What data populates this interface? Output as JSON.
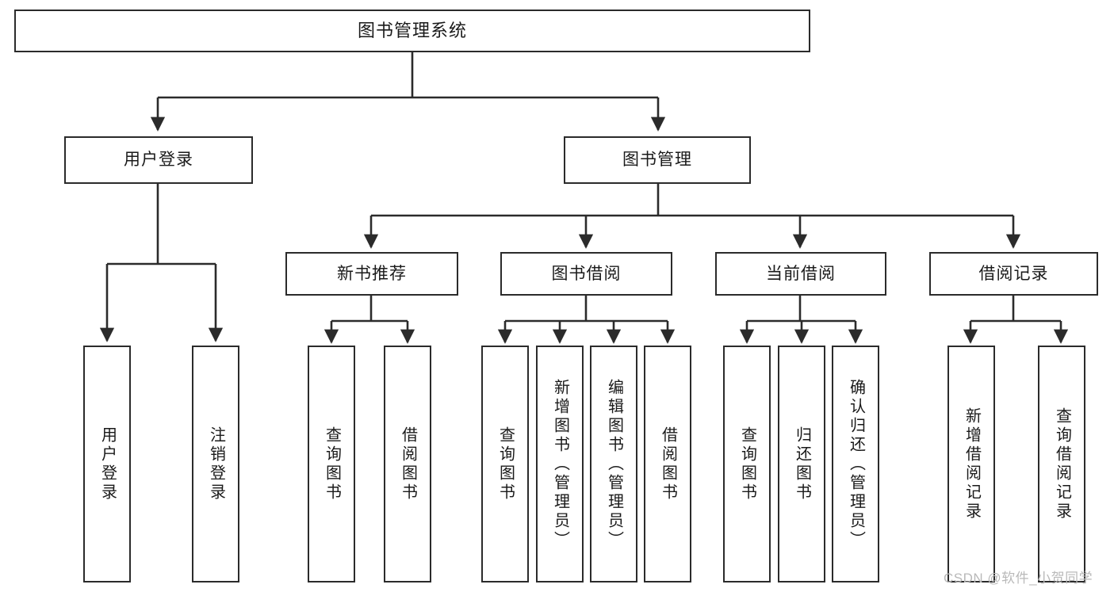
{
  "diagram": {
    "title": "图书管理系统",
    "type": "tree",
    "levels": 4,
    "colors": {
      "box_border": "#2b2b2b",
      "box_fill": "#ffffff",
      "connector": "#2b2b2b",
      "text": "#1a1a1a",
      "watermark": "#b9b9b9",
      "background": "#ffffff"
    },
    "root": {
      "label": "图书管理系统"
    },
    "level2": [
      {
        "label": "用户登录"
      },
      {
        "label": "图书管理"
      }
    ],
    "level3": [
      {
        "label": "新书推荐"
      },
      {
        "label": "图书借阅"
      },
      {
        "label": "当前借阅"
      },
      {
        "label": "借阅记录"
      }
    ],
    "leaves": {
      "user_login": [
        {
          "label": "用户登录"
        },
        {
          "label": "注销登录"
        }
      ],
      "new_book": [
        {
          "label": "查询图书"
        },
        {
          "label": "借阅图书"
        }
      ],
      "book_borrow": [
        {
          "label": "查询图书"
        },
        {
          "label": "新增图书（管理员）"
        },
        {
          "label": "编辑图书（管理员）"
        },
        {
          "label": "借阅图书"
        }
      ],
      "current_borrow": [
        {
          "label": "查询图书"
        },
        {
          "label": "归还图书"
        },
        {
          "label": "确认归还（管理员）"
        }
      ],
      "borrow_record": [
        {
          "label": "新增借阅记录"
        },
        {
          "label": "查询借阅记录"
        }
      ]
    }
  },
  "watermark": {
    "text": "CSDN @软件_小贺同学"
  }
}
